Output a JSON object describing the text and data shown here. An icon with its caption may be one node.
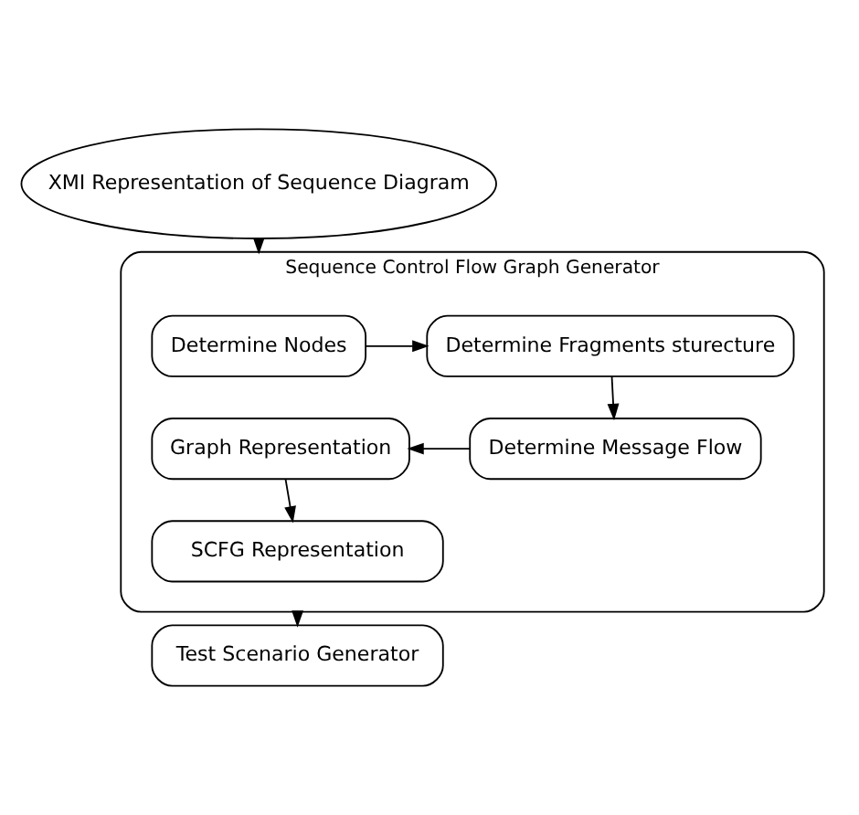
{
  "diagram": {
    "nodes": [
      {
        "text": [
          "XMI Representation of Sequence Diagram"
        ]
      },
      {
        "text": [
          "Sequence Control Flow Graph Generator"
        ]
      },
      {
        "text": [
          "Determine Nodes"
        ],
        "in": 1
      },
      {
        "text": [
          "Determine Fragments sturecture"
        ],
        "in": 1
      },
      {
        "text": [
          "Determine Message Flow"
        ],
        "in": 1
      },
      {
        "text": [
          "Graph Representation"
        ],
        "in": 1
      },
      {
        "text": [
          "SCFG Representation"
        ],
        "in": 1
      },
      {
        "text": [
          "Test Scenario Generator"
        ]
      }
    ],
    "edges": [
      {
        "from": 0,
        "to": 1,
        "arrow": "to"
      },
      {
        "from": 2,
        "to": 3,
        "arrow": "to"
      },
      {
        "from": 3,
        "to": 4,
        "arrow": "to"
      },
      {
        "from": 4,
        "to": 5,
        "arrow": "to"
      },
      {
        "from": 5,
        "to": 6,
        "arrow": "to"
      },
      {
        "from": 1,
        "to": 7,
        "arrow": "to"
      }
    ]
  }
}
